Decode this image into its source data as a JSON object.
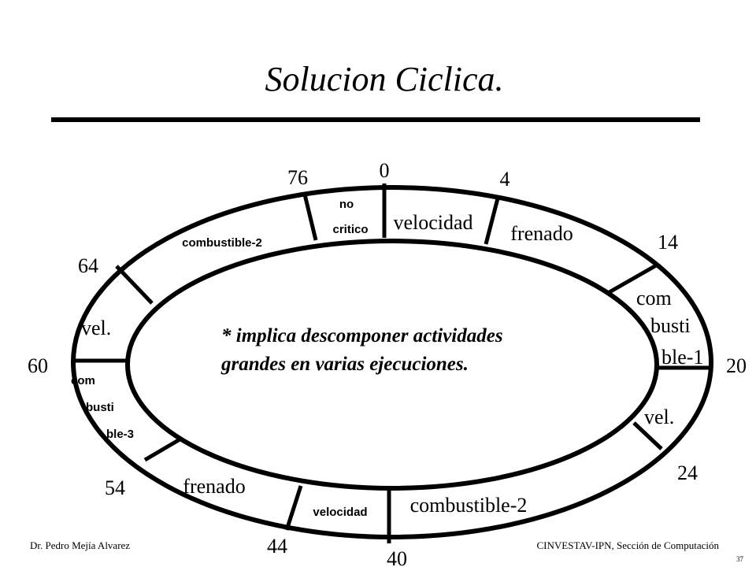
{
  "title": "Solucion Ciclica.",
  "note": {
    "line1": "* implica descomponer actividades",
    "line2": "grandes en varias ejecuciones."
  },
  "times": {
    "t0": "0",
    "t4": "4",
    "t14": "14",
    "t20": "20",
    "t24": "24",
    "t40": "40",
    "t44": "44",
    "t54": "54",
    "t60": "60",
    "t64": "64",
    "t76": "76"
  },
  "segments": {
    "velocidad_top": "velocidad",
    "frenado_top": "frenado",
    "comb1_l1": "com",
    "comb1_l2": "busti",
    "comb1_l3": "ble-1",
    "vel_right": "vel.",
    "comb2_bottom": "combustible-2",
    "velocidad_bottom": "velocidad",
    "frenado_bottom": "frenado",
    "comb3_l1": "com",
    "comb3_l2": "busti",
    "comb3_l3": "ble-3",
    "vel_left": "vel.",
    "comb2_top": "combustible-2",
    "nocritico_l1": "no",
    "nocritico_l2": "critico"
  },
  "footer": {
    "left": "Dr. Pedro Mejía Alvarez",
    "right": "CINVESTAV-IPN, Sección de Computación",
    "page": "37"
  }
}
